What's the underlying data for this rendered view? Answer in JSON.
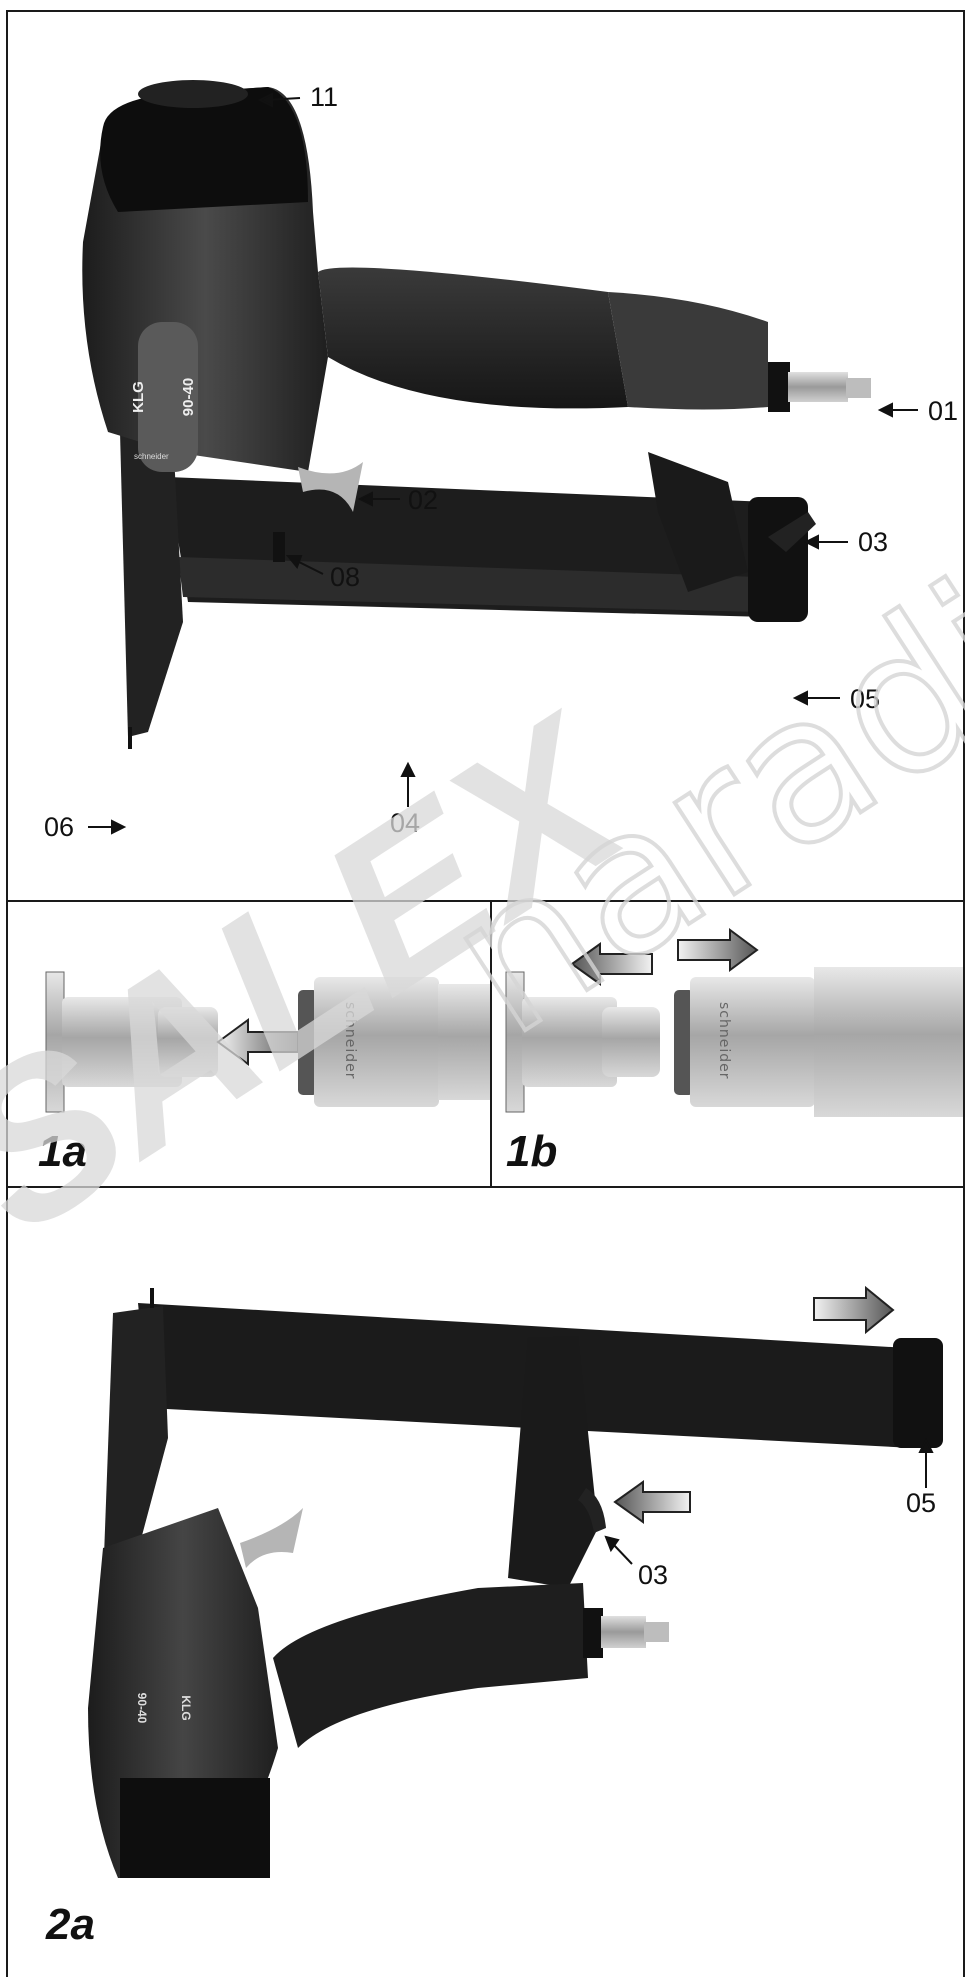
{
  "figure_main": {
    "callouts": {
      "c01": "01",
      "c02": "02",
      "c03": "03",
      "c04": "04",
      "c05": "05",
      "c06": "06",
      "c08": "08",
      "c11": "11"
    },
    "tool_badge": "KLG 90-40",
    "brand_badge": "schneider"
  },
  "figure_1a": {
    "label": "1a",
    "coupler_text": "schneider"
  },
  "figure_1b": {
    "label": "1b",
    "coupler_text": "schneider"
  },
  "figure_2a": {
    "label": "2a",
    "callouts": {
      "c03": "03",
      "c05": "05"
    },
    "tool_badge": "KLG 90-40"
  },
  "watermark": {
    "bold_part": "SALEX",
    "thin_part": "naradi"
  },
  "colors": {
    "tool_body": "#2b2b2b",
    "metal": "#b8b8b8",
    "watermark": "#d9d9d9"
  }
}
